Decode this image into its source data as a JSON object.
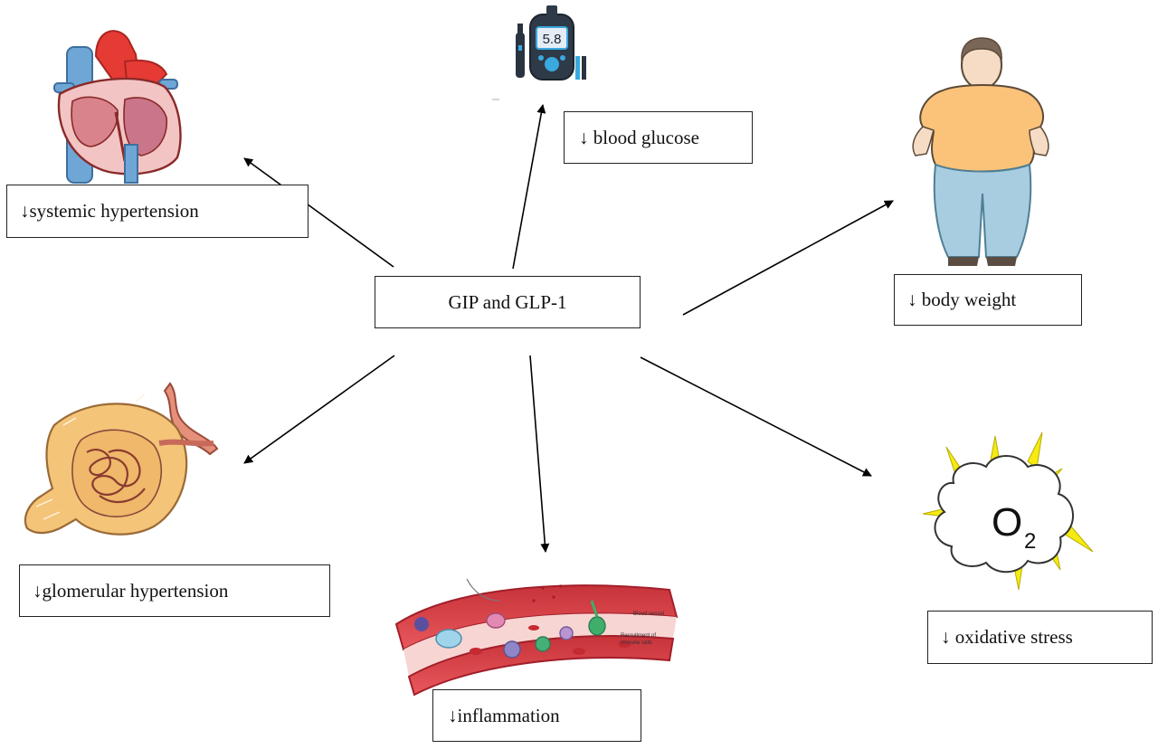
{
  "center_node": {
    "label": "GIP and GLP-1"
  },
  "effects": {
    "systemic_hypertension": "↓systemic hypertension",
    "blood_glucose": "↓ blood glucose",
    "body_weight": "↓ body weight",
    "glomerular_hypertension": "↓glomerular hypertension",
    "inflammation": "↓inflammation",
    "oxidative_stress": "↓ oxidative stress"
  },
  "illustrations": {
    "glucose_meter_display": "5.8",
    "oxygen_symbol": "O",
    "oxygen_subscript": "2",
    "vessel_label_1": "Blood vessel",
    "vessel_label_2": "Recruitment of",
    "vessel_label_3": "immune cells"
  },
  "icons": [
    "heart-illustration",
    "glucose-meter-illustration",
    "obese-person-illustration",
    "kidney-nephron-illustration",
    "blood-vessel-illustration",
    "oxygen-cloud-illustration"
  ]
}
